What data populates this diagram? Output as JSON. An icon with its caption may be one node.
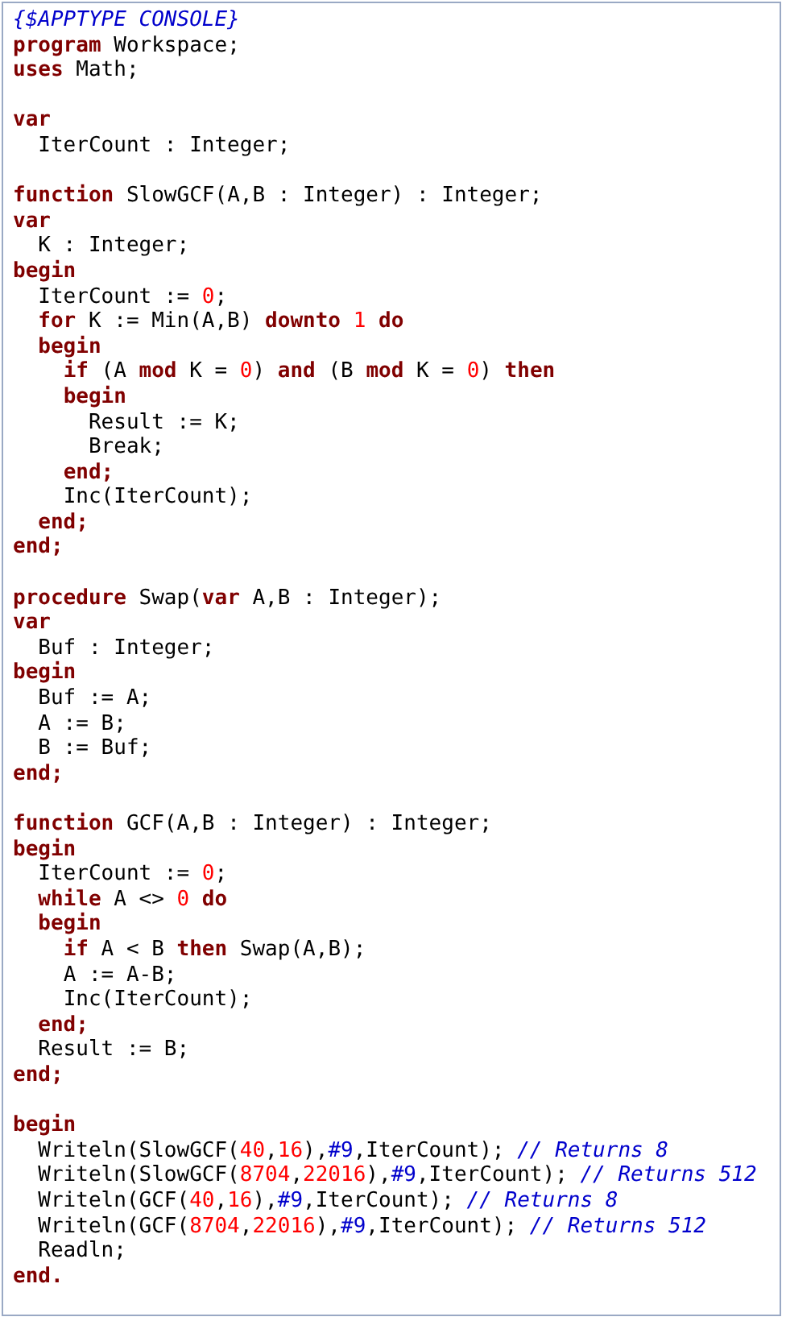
{
  "diagram": {
    "labels": [
      "{$APPTYPE CONSOLE}",
      "**program** Workspace;",
      "**uses** Math;",
      "var",
      "IterCount : Integer;",
      "**function** SlowGCF(A,B : Integer) : Integer;",
      "var",
      "K : Integer;",
      "begin",
      "IterCount := 0;",
      "**for** K := Min(A,B) **downto** 1 **do**",
      "begin",
      "**if** (A **mod** K = 0) **and** (B **mod** K = 0) **then**",
      "begin",
      "Result := K;",
      "Break;",
      "end;",
      "Inc(IterCount);",
      "end;",
      "end;",
      "**procedure** Swap(**var** A,B : Integer);",
      "var",
      "Buf : Integer;",
      "begin",
      "Buf := A;",
      "A := B;",
      "B := Buf;",
      "end;",
      "**function** GCF(A,B : Integer) : Integer;",
      "begin",
      "IterCount := 0;",
      "**while** A <> 0 **do**",
      "begin",
      "**if** A < B **then** Swap(A,B);",
      "A := A-B;",
      "Inc(IterCount);",
      "end;",
      "Result := B;",
      "end;",
      "begin",
      "Writeln(SlowGCF(40,16),#9,IterCount); *// Returns 8*",
      "Writeln(SlowGCF(8704,22016),#9,IterCount); *// Returns 512*",
      "Writeln(GCF(40,16),#9,IterCount); *// Returns 8*",
      "Writeln(GCF(8704,22016),#9,IterCount); *// Returns 512*",
      "Readln;",
      "end."
    ]
  }
}
